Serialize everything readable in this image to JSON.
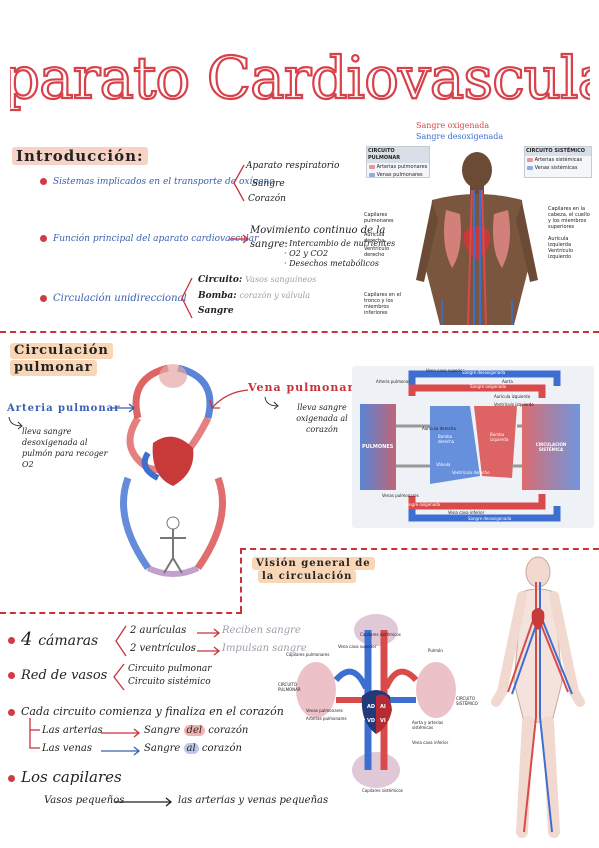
{
  "title": "Aparato Cardiovascular",
  "intro": {
    "heading": "Introducción:",
    "item1": {
      "label": "Sistemas implicados en el transporte de oxígeno",
      "branches": [
        "Aparato respiratorio",
        "Sangre",
        "Corazón"
      ]
    },
    "item2": {
      "label": "Función principal del aparato cardiovascular",
      "result_line1": "Movimiento continuo de la",
      "result_line2": "sangre:",
      "subs": [
        "· Intercambio de nutrientes",
        "· O2 y CO2",
        "· Desechos metabólicos"
      ]
    },
    "item3": {
      "label": "Circulación unidireccional",
      "rows": [
        {
          "k": "Circuito:",
          "v": "Vasos sanguíneos"
        },
        {
          "k": "Bomba:",
          "v": "corazón y válvula"
        },
        {
          "k": "Sangre",
          "v": ""
        }
      ]
    }
  },
  "body_figure": {
    "legend_oxy": "Sangre oxigenada",
    "legend_deoxy": "Sangre desoxigenada",
    "pulm_header": "CIRCUITO PULMONAR",
    "pulm_rows": [
      "Arterias pulmonares",
      "Venas pulmonares"
    ],
    "sys_header": "CIRCUITO SISTÉMICO",
    "sys_rows": [
      "Arterias sistémicas",
      "Venas sistémicas"
    ],
    "labels_left": [
      "Capilares pulmonares",
      "Aurícula derecha",
      "Ventrículo derecho",
      "Capilares en el tronco y los miembros inferiores"
    ],
    "labels_right": [
      "Capilares en la cabeza, el cuello y los miembros superiores",
      "Aurícula izquierda",
      "Ventrículo izquierdo"
    ]
  },
  "pulmonar": {
    "heading_line1": "Circulación",
    "heading_line2": "pulmonar",
    "vena_label": "Vena pulmonar",
    "vena_note": "lleva sangre oxigenada al corazón",
    "arteria_label": "Arteria pulmonar",
    "arteria_note": "lleva sangre desoxigenada al pulmón para recoger O2"
  },
  "circuit_diagram": {
    "top_labels": [
      "Vena cava superior",
      "Arteria pulmonar",
      "Aorta",
      "Sangre oxigenada",
      "Sangre desoxigenada",
      "Aurícula derecha",
      "Aurícula izquierda",
      "Ventrículo izquierdo"
    ],
    "pulmones": "PULMONES",
    "circ_sist": "CIRCULACIÓN SISTÉMICA",
    "bomba_der": "Bomba derecha",
    "bomba_izq": "Bomba izquierda",
    "bottom_labels": [
      "Venas pulmonares",
      "Sangre oxigenada",
      "Vena cava inferior",
      "Sangre desoxigenada",
      "Válvula",
      "Ventrículo derecho"
    ]
  },
  "vision": {
    "heading_line1": "Visión general de",
    "heading_line2": "la circulación"
  },
  "camaras": {
    "count": "4",
    "label": "cámaras",
    "branch1": "2 aurículas",
    "branch1_result": "Reciben sangre",
    "branch2": "2 ventrículos",
    "branch2_result": "Impulsan sangre"
  },
  "vasos": {
    "label": "Red de vasos",
    "branches": [
      "Circuito pulmonar",
      "Circuito sistémico"
    ]
  },
  "cada_circuito": {
    "label": "Cada circuito comienza y finaliza en el corazón",
    "rows": [
      {
        "left": "Las arterias",
        "right_pre": "Sangre",
        "right_chip": "del",
        "right_post": "corazón"
      },
      {
        "left": "Las venas",
        "right_pre": "Sangre",
        "right_chip": "al",
        "right_post": "corazón"
      }
    ]
  },
  "capilares": {
    "label": "Los capilares",
    "left": "Vasos pequeños",
    "right": "las arterias y venas pequeñas"
  },
  "overview_diagram": {
    "labels": [
      "Capilares sistémicos",
      "Vena cava superior",
      "Capilares pulmonares",
      "Pulmón",
      "Venas pulmonares",
      "Arterias pulmonares",
      "Aorta y arterias sistémicas",
      "Vena cava inferior",
      "Capilares sistémicos",
      "CIRCUITO PULMONAR",
      "CIRCUITO SISTÉMICO",
      "AD",
      "AI",
      "VD",
      "VI"
    ]
  },
  "colors": {
    "accent_red": "#c8323a",
    "accent_blue": "#3a5fb0",
    "highlight_pink": "#f7d2c6",
    "highlight_orange": "#f9d6b6",
    "oxy_red": "#d94a4a",
    "deoxy_blue": "#3d6fd1"
  }
}
